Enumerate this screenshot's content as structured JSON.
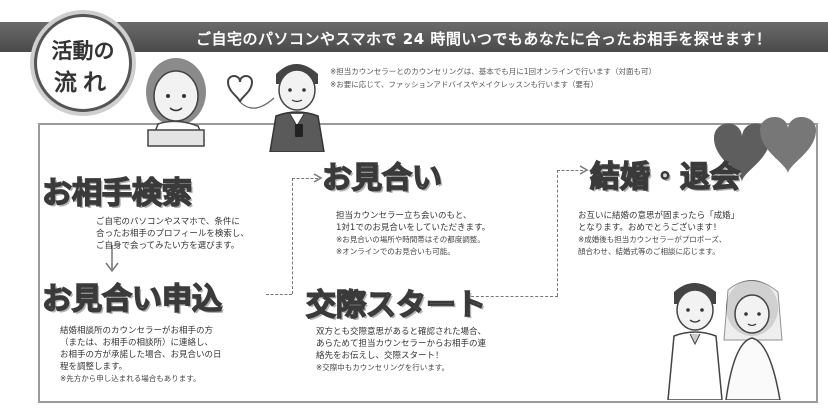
{
  "badge": {
    "line1": "活動の",
    "line2": "流れ"
  },
  "banner": {
    "text": "ご自宅のパソコンやスマホで 24 時間いつでもあなたに合ったお相手を探せます！"
  },
  "notes": [
    "※担当カウンセラーとのカウンセリングは、基本でも月に1回オンラインで行います（対面も可）",
    "※お要に応じて、ファッションアドバイスやメイクレッスンも行います（要有）"
  ],
  "steps": {
    "search": {
      "title": "お相手検索",
      "lines": [
        "ご自宅のパソコンやスマホで、条件に",
        "合ったお相手のプロフィールを検索し、",
        "ご自身で会ってみたい方を選びます。"
      ]
    },
    "request": {
      "title": "お見合い申込",
      "lines": [
        "結婚相談所のカウンセラーがお相手の方",
        "（または、お相手の相談所）に連絡し、",
        "お相手の方が承諾した場合、お見合いの日",
        "程を調整します。"
      ],
      "small": [
        "※先方から申し込まれる場合もあります。"
      ]
    },
    "meeting": {
      "title": "お見合い",
      "lines": [
        "担当カウンセラー立ち会いのもと、",
        "1対1でのお見合いをしていただきます。"
      ],
      "small": [
        "※お見合いの場所や時間帯はその都度調整。",
        "※オンラインでのお見合いも可能。"
      ]
    },
    "dating": {
      "title": "交際スタート",
      "lines": [
        "双方とも交際意思があると確認された場合、",
        "あらためて担当カウンセラーからお相手の連",
        "絡先をお伝えし、交際スタート！"
      ],
      "small": [
        "※交際中もカウンセリングを行います。"
      ]
    },
    "marriage": {
      "title": "結婚・退会",
      "lines": [
        "お互いに結婚の意思が固まったら「成婚」",
        "となります。おめでとうございます！"
      ],
      "small": [
        "※成婚後も担当カウンセラーがプロポーズ、",
        "顔合わせ、結婚式等のご相談に応じます。"
      ]
    }
  },
  "colors": {
    "banner": "#555555",
    "frame": "#9a9a9a",
    "heart": "#6a6a6a"
  }
}
